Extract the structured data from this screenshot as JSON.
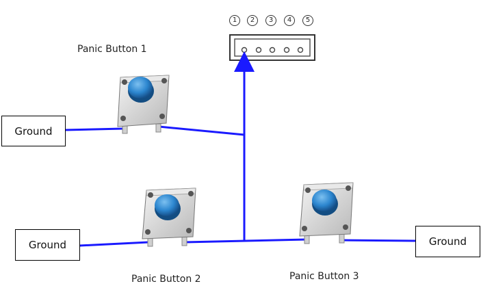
{
  "connector": {
    "pin_labels": [
      "1",
      "2",
      "3",
      "4",
      "5"
    ]
  },
  "buttons": [
    {
      "label": "Panic Button 1"
    },
    {
      "label": "Panic Button 2"
    },
    {
      "label": "Panic Button 3"
    }
  ],
  "grounds": [
    {
      "label": "Ground"
    },
    {
      "label": "Ground"
    },
    {
      "label": "Ground"
    }
  ],
  "colors": {
    "wire": "#1a1aff",
    "button_cap": "#2c86cf",
    "button_body": "#d8d8d8"
  }
}
